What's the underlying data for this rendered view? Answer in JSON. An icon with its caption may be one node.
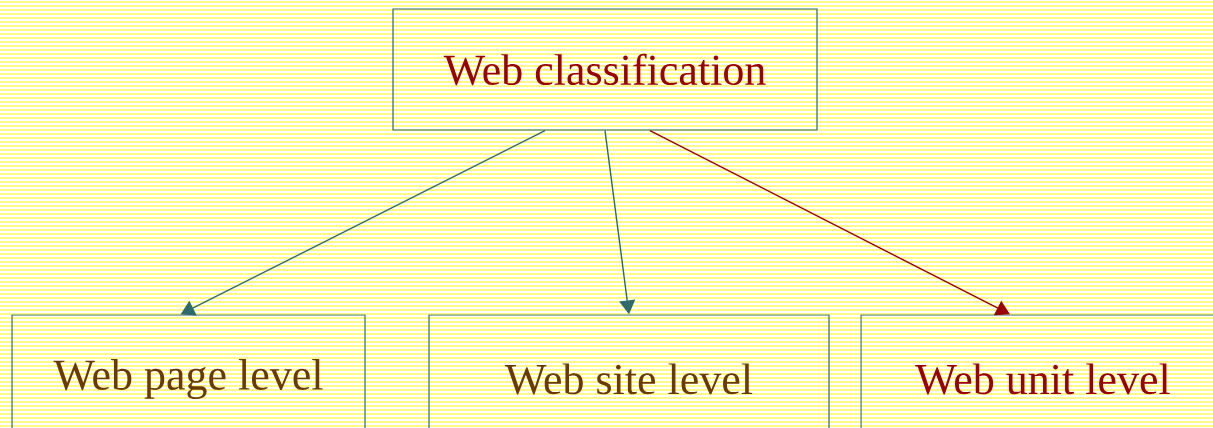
{
  "diagram": {
    "nodes": [
      {
        "text": [
          "Web classification"
        ]
      },
      {
        "text": [
          "Web page level"
        ]
      },
      {
        "text": [
          "Web site level"
        ]
      },
      {
        "text": [
          "Web unit level"
        ]
      }
    ],
    "edges": [
      {
        "from": 0,
        "to": 1,
        "arrow": "to"
      },
      {
        "from": 0,
        "to": 2,
        "arrow": "to"
      },
      {
        "from": 0,
        "to": 3,
        "arrow": "to",
        "color": "#990000"
      }
    ]
  }
}
